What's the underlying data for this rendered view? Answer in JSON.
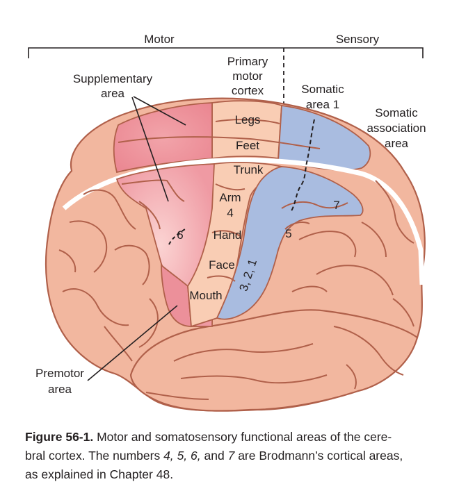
{
  "labels": {
    "motor": "Motor",
    "sensory": "Sensory",
    "primary_motor": [
      "Primary",
      "motor",
      "cortex"
    ],
    "supplementary": [
      "Supplementary",
      "area"
    ],
    "somatic_area_1": [
      "Somatic",
      "area 1"
    ],
    "somatic_association": [
      "Somatic",
      "association",
      "area"
    ],
    "legs": "Legs",
    "feet": "Feet",
    "trunk": "Trunk",
    "arm": "Arm",
    "area_4": "4",
    "hand": "Hand",
    "face": "Face",
    "mouth": "Mouth",
    "area_6": "6",
    "area_5": "5",
    "area_7": "7",
    "area_321": "3, 2, 1",
    "premotor": [
      "Premotor",
      "area"
    ]
  },
  "caption": {
    "figure_number": "Figure 56-1.",
    "line1_rest": " Motor and somatosensory functional areas of the cere-",
    "line2_a": "bral cortex. The numbers ",
    "num_4": "4,",
    "sep1": " ",
    "num_5": "5,",
    "sep2": " ",
    "num_6": "6,",
    "line2_and": " and ",
    "num_7": "7",
    "line2_b": " are Brodmann’s cortical areas,",
    "line3": "as explained in Chapter 48."
  },
  "colors": {
    "brain_fill": "#f2b79f",
    "brain_stroke": "#b0604a",
    "motor_fill": "#f9cdb4",
    "supplementary_fill": "#ee8e97",
    "premotor_fill": "#f6b5b8",
    "sensory_fill": "#a9bce0",
    "text": "#231f20"
  }
}
